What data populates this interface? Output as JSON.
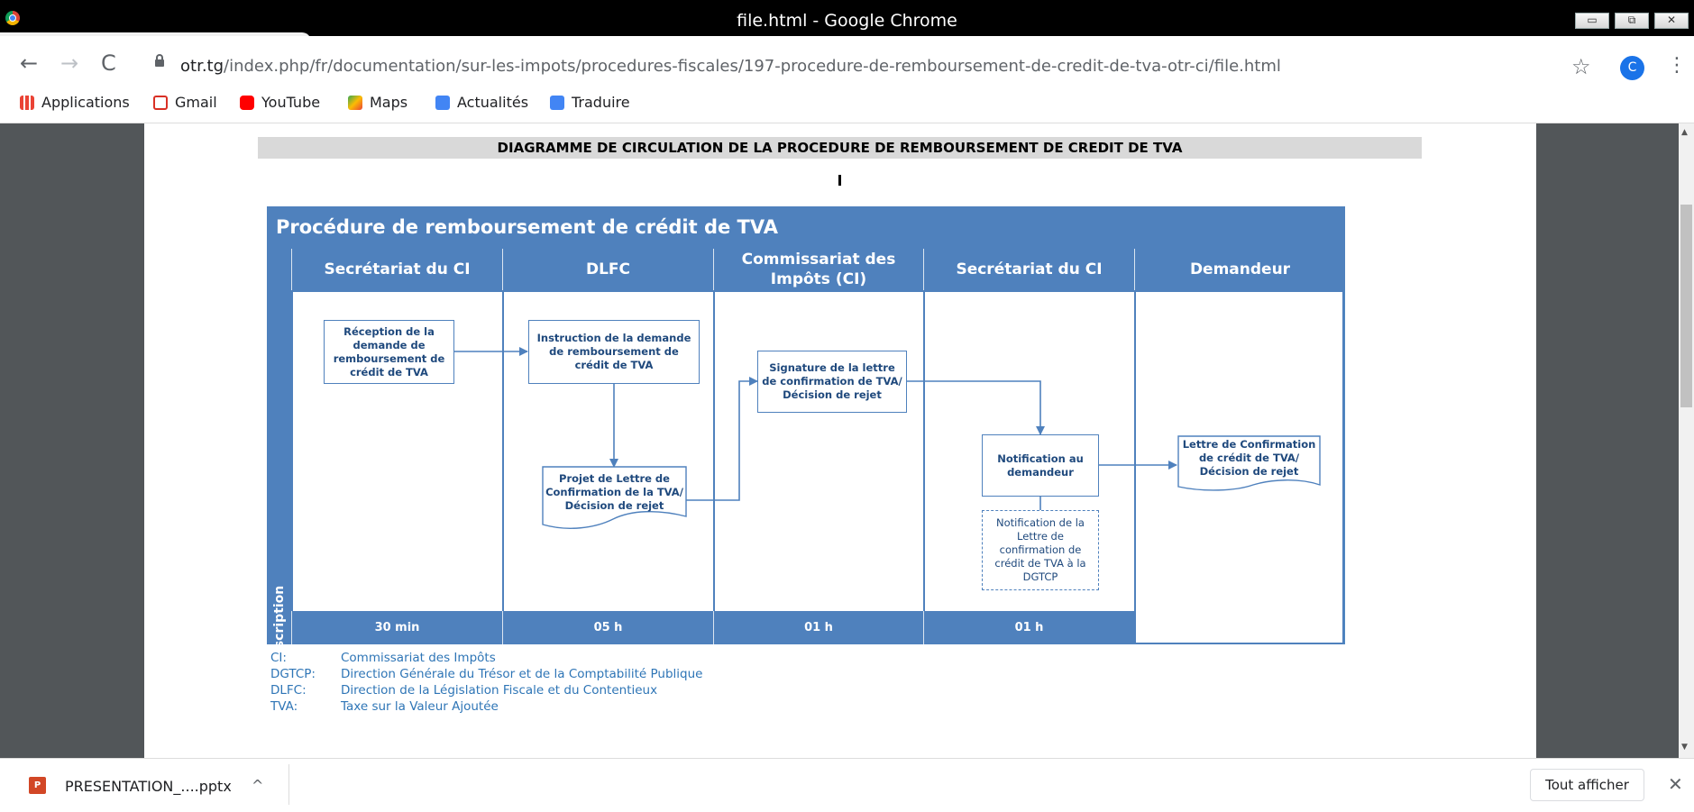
{
  "window": {
    "title": "file.html - Google Chrome",
    "controls": [
      "minimize",
      "restore",
      "close"
    ]
  },
  "toolbar": {
    "url_host": "otr.tg",
    "url_path": "/index.php/fr/documentation/sur-les-impots/procedures-fiscales/197-procedure-de-remboursement-de-credit-de-tva-otr-ci/file.html",
    "avatar_letter": "C"
  },
  "bookmarks": [
    {
      "label": "Applications",
      "icon": "apps-grid-icon",
      "color": "#ea4335"
    },
    {
      "label": "Gmail",
      "icon": "gmail-icon",
      "color": "#d93025"
    },
    {
      "label": "YouTube",
      "icon": "youtube-icon",
      "color": "#ff0000"
    },
    {
      "label": "Maps",
      "icon": "maps-icon",
      "color": "#34a853"
    },
    {
      "label": "Actualités",
      "icon": "news-icon",
      "color": "#4285f4"
    },
    {
      "label": "Traduire",
      "icon": "translate-icon",
      "color": "#4285f4"
    }
  ],
  "document": {
    "header": "DIAGRAMME DE CIRCULATION DE LA PROCEDURE DE REMBOURSEMENT DE CREDIT DE TVA",
    "diagram": {
      "title": "Procédure de remboursement de crédit de TVA",
      "side_label": "Description",
      "lanes": [
        {
          "title": "Secrétariat du CI",
          "duration": "30 min"
        },
        {
          "title": "DLFC",
          "duration": "05 h"
        },
        {
          "title": "Commissariat des Impôts (CI)",
          "duration": "01 h"
        },
        {
          "title": "Secrétariat du CI",
          "duration": "01 h"
        },
        {
          "title": "Demandeur",
          "duration": ""
        }
      ],
      "steps": {
        "reception": "Réception de la demande de remboursement de crédit de TVA",
        "instruction": "Instruction de la demande de remboursement de crédit de TVA",
        "projet": "Projet de Lettre de Confirmation de la TVA/ Décision de rejet",
        "signature": "Signature de la lettre de confirmation de TVA/ Décision de rejet",
        "notification": "Notification au demandeur",
        "notification_dgtcp": "Notification de la Lettre de confirmation de crédit de TVA à la DGTCP",
        "lettre": "Lettre de Confirmation de crédit de TVA/ Décision de rejet"
      }
    },
    "legend": [
      {
        "abbr": "CI:",
        "text": "Commissariat des Impôts"
      },
      {
        "abbr": "DGTCP:",
        "text": "Direction Générale du Trésor et de la Comptabilité Publique"
      },
      {
        "abbr": "DLFC:",
        "text": "Direction de la Législation Fiscale et du Contentieux"
      },
      {
        "abbr": "TVA:",
        "text": "Taxe sur la Valeur Ajoutée"
      }
    ]
  },
  "downloads": {
    "file_name": "PRESENTATION_....pptx",
    "show_all": "Tout afficher"
  }
}
